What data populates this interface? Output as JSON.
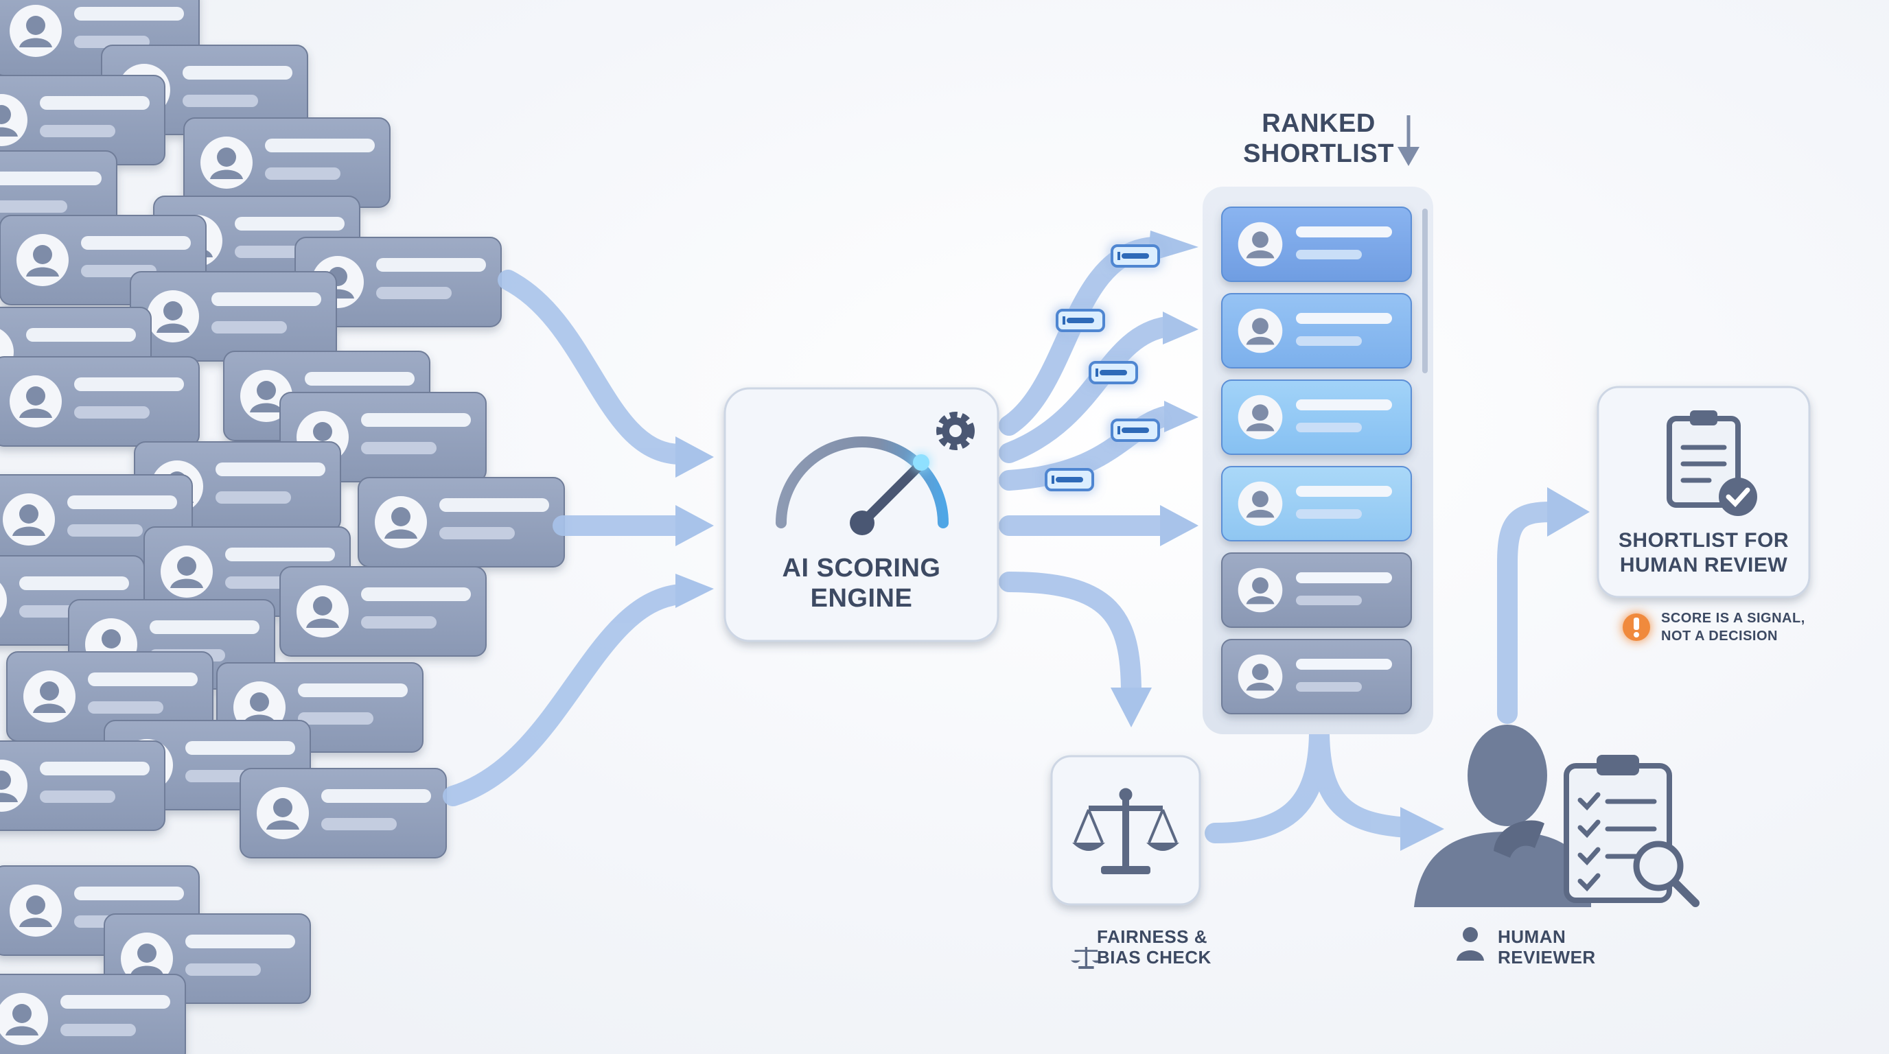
{
  "colors": {
    "card_gray": "#8e9cb8",
    "card_blue_1": "#79a6e8",
    "card_blue_2": "#86baf0",
    "card_blue_3": "#90c9f4",
    "card_blue_4": "#98d1f6",
    "arrow": "#a8c3ea",
    "text": "#3d4a63",
    "warning": "#f08a3c"
  },
  "engine": {
    "label_line1": "AI SCORING",
    "label_line2": "ENGINE",
    "icon": "gauge-icon",
    "badge_icon": "gear-icon"
  },
  "shortlist": {
    "title_line1": "RANKED",
    "title_line2": "SHORTLIST",
    "title_icon": "arrow-down-icon",
    "items": [
      {
        "tier": "top"
      },
      {
        "tier": "top"
      },
      {
        "tier": "top"
      },
      {
        "tier": "top"
      },
      {
        "tier": "rest"
      },
      {
        "tier": "rest"
      }
    ]
  },
  "fairness": {
    "label_line1": "FAIRNESS &",
    "label_line2": "BIAS CHECK",
    "icon": "scales-icon"
  },
  "reviewer": {
    "label_line1": "HUMAN",
    "label_line2": "REVIEWER",
    "icon": "person-icon"
  },
  "output": {
    "label_line1": "SHORTLIST FOR",
    "label_line2": "HUMAN REVIEW",
    "icon": "clipboard-check-icon",
    "note_line1": "SCORE IS A SIGNAL,",
    "note_line2": "NOT A DECISION",
    "note_icon": "warning-icon"
  },
  "applicant_pool": {
    "icon": "avatar-icon"
  }
}
